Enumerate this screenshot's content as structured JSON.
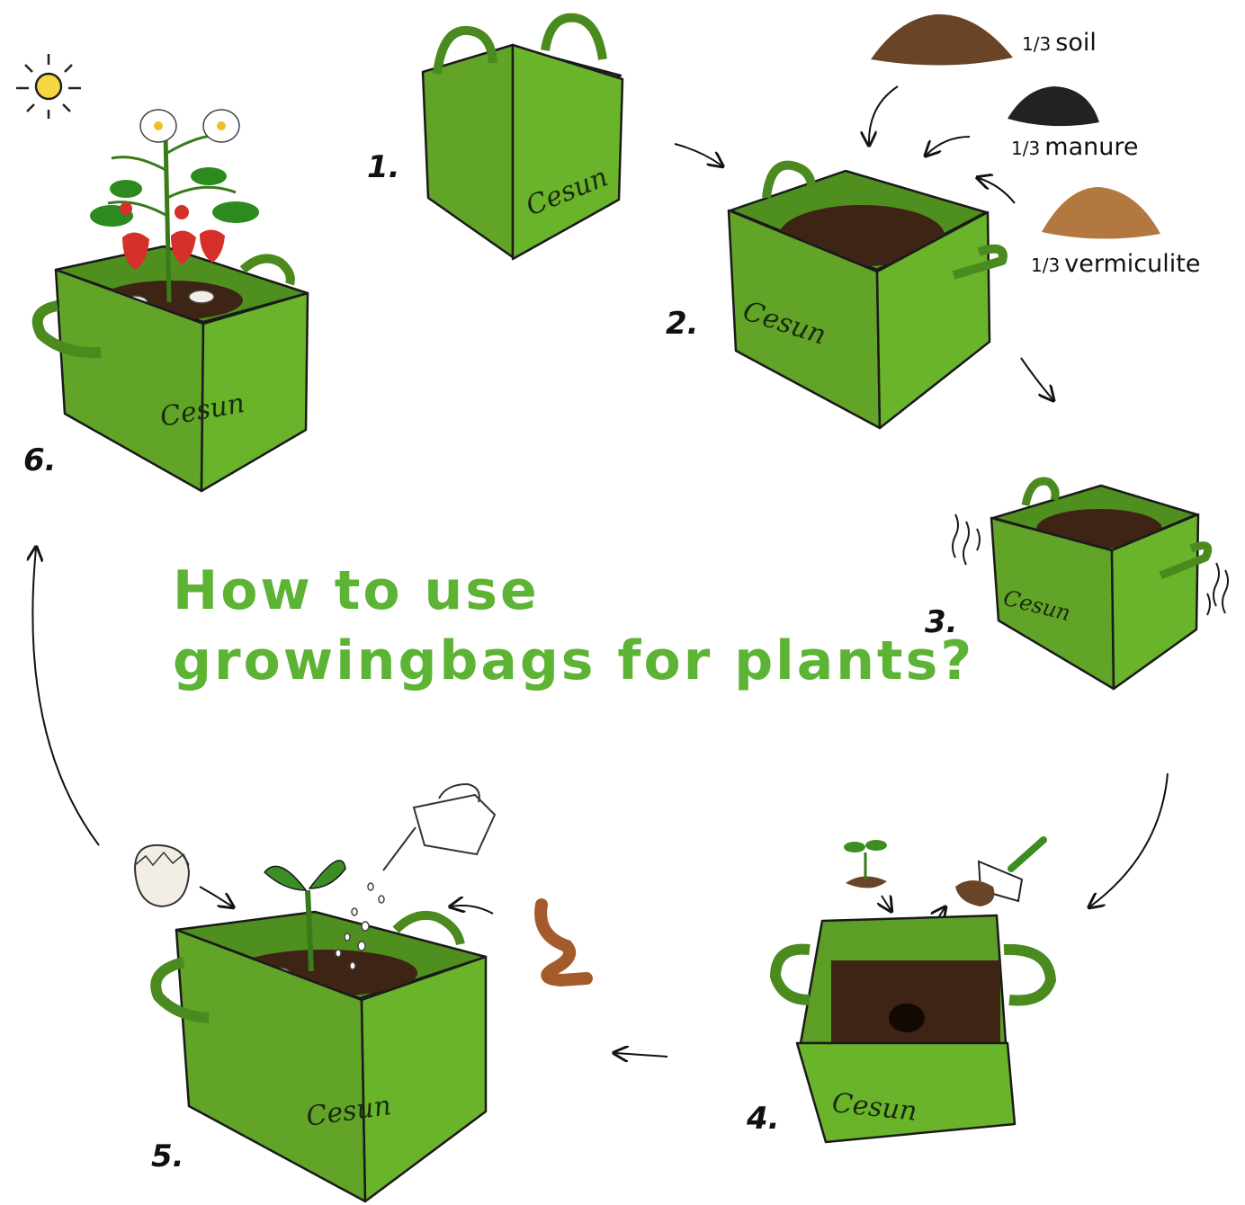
{
  "headline": {
    "line1": "How to use",
    "line2": "growingbags for plants?"
  },
  "brand": "Cesun",
  "colors": {
    "bag_green": "#6ab42b",
    "bag_green_dark": "#4f8f1f",
    "soil": "#3e2414",
    "headline": "#5cb334",
    "sun": "#f5d742"
  },
  "steps": [
    {
      "number": "1."
    },
    {
      "number": "2."
    },
    {
      "number": "3."
    },
    {
      "number": "4."
    },
    {
      "number": "5."
    },
    {
      "number": "6."
    }
  ],
  "ingredients": [
    {
      "fraction": "1/3",
      "name": "soil",
      "icon": "soil-pile-icon"
    },
    {
      "fraction": "1/3",
      "name": "manure",
      "icon": "manure-pile-icon"
    },
    {
      "fraction": "1/3",
      "name": "vermiculite",
      "icon": "vermiculite-pile-icon"
    }
  ],
  "icons": [
    "sun-icon",
    "strawberry-plant-icon",
    "seedling-icon",
    "trowel-icon",
    "eggshell-icon",
    "watering-can-icon",
    "earthworm-icon"
  ]
}
